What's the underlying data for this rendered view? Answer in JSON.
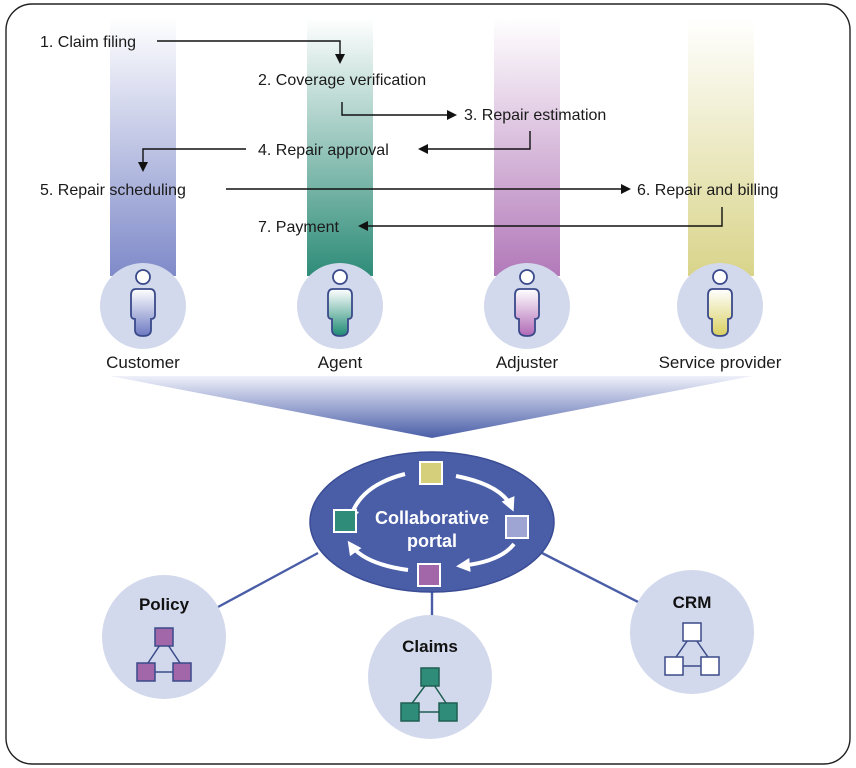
{
  "steps": [
    "1. Claim filing",
    "2. Coverage verification",
    "3. Repair estimation",
    "4. Repair approval",
    "5. Repair scheduling",
    "6. Repair and billing",
    "7. Payment"
  ],
  "roles": [
    {
      "label": "Customer",
      "color": "#7f8ac9"
    },
    {
      "label": "Agent",
      "color": "#2e9a82"
    },
    {
      "label": "Adjuster",
      "color": "#b985bf"
    },
    {
      "label": "Service provider",
      "color": "#d8d48a"
    }
  ],
  "portal": {
    "line1": "Collaborative",
    "line2": "portal",
    "color": "#4a5ea8",
    "node_colors": [
      "#d5ce7a",
      "#9ea5d2",
      "#a267a8",
      "#2e8c78"
    ]
  },
  "systems": [
    {
      "label": "Policy",
      "node_color": "#a267a8"
    },
    {
      "label": "Claims",
      "node_color": "#2e8c78"
    },
    {
      "label": "CRM",
      "node_color": "#ffffff"
    }
  ]
}
